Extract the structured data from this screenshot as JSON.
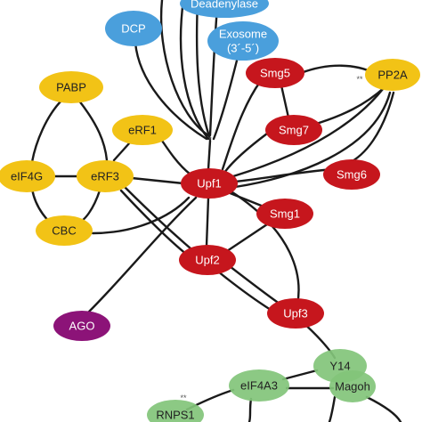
{
  "colors": {
    "red": "#c6161d",
    "yellow": "#f2c316",
    "blue": "#4a9fdc",
    "green": "#82c47a",
    "purple": "#8c1378",
    "text_light": "#ffffff",
    "text_dark": "#222222",
    "edge": "#1a1a1a"
  },
  "nodes": {
    "deadenylase": {
      "label": "Deadenylase",
      "color": "blue"
    },
    "dcp": {
      "label": "DCP",
      "color": "blue"
    },
    "exosome": {
      "label": "Exosome",
      "label2": "(3´-5´)",
      "color": "blue"
    },
    "pabp": {
      "label": "PABP",
      "color": "yellow"
    },
    "erf1": {
      "label": "eRF1",
      "color": "yellow"
    },
    "eif4g": {
      "label": "eIF4G",
      "color": "yellow"
    },
    "erf3": {
      "label": "eRF3",
      "color": "yellow"
    },
    "cbc": {
      "label": "CBC",
      "color": "yellow"
    },
    "pp2a": {
      "label": "PP2A",
      "color": "yellow"
    },
    "smg5": {
      "label": "Smg5",
      "color": "red"
    },
    "smg7": {
      "label": "Smg7",
      "color": "red"
    },
    "smg6": {
      "label": "Smg6",
      "color": "red"
    },
    "upf1": {
      "label": "Upf1",
      "color": "red"
    },
    "smg1": {
      "label": "Smg1",
      "color": "red"
    },
    "upf2": {
      "label": "Upf2",
      "color": "red"
    },
    "upf3": {
      "label": "Upf3",
      "color": "red"
    },
    "ago": {
      "label": "AGO",
      "color": "purple"
    },
    "y14": {
      "label": "Y14",
      "color": "green"
    },
    "magoh": {
      "label": "Magoh",
      "color": "green"
    },
    "eif4a3": {
      "label": "eIF4A3",
      "color": "green"
    },
    "rnps1": {
      "label": "RNPS1",
      "color": "green"
    }
  },
  "marks": {
    "pp2a": "**",
    "center": "*",
    "rnps1": "**"
  }
}
